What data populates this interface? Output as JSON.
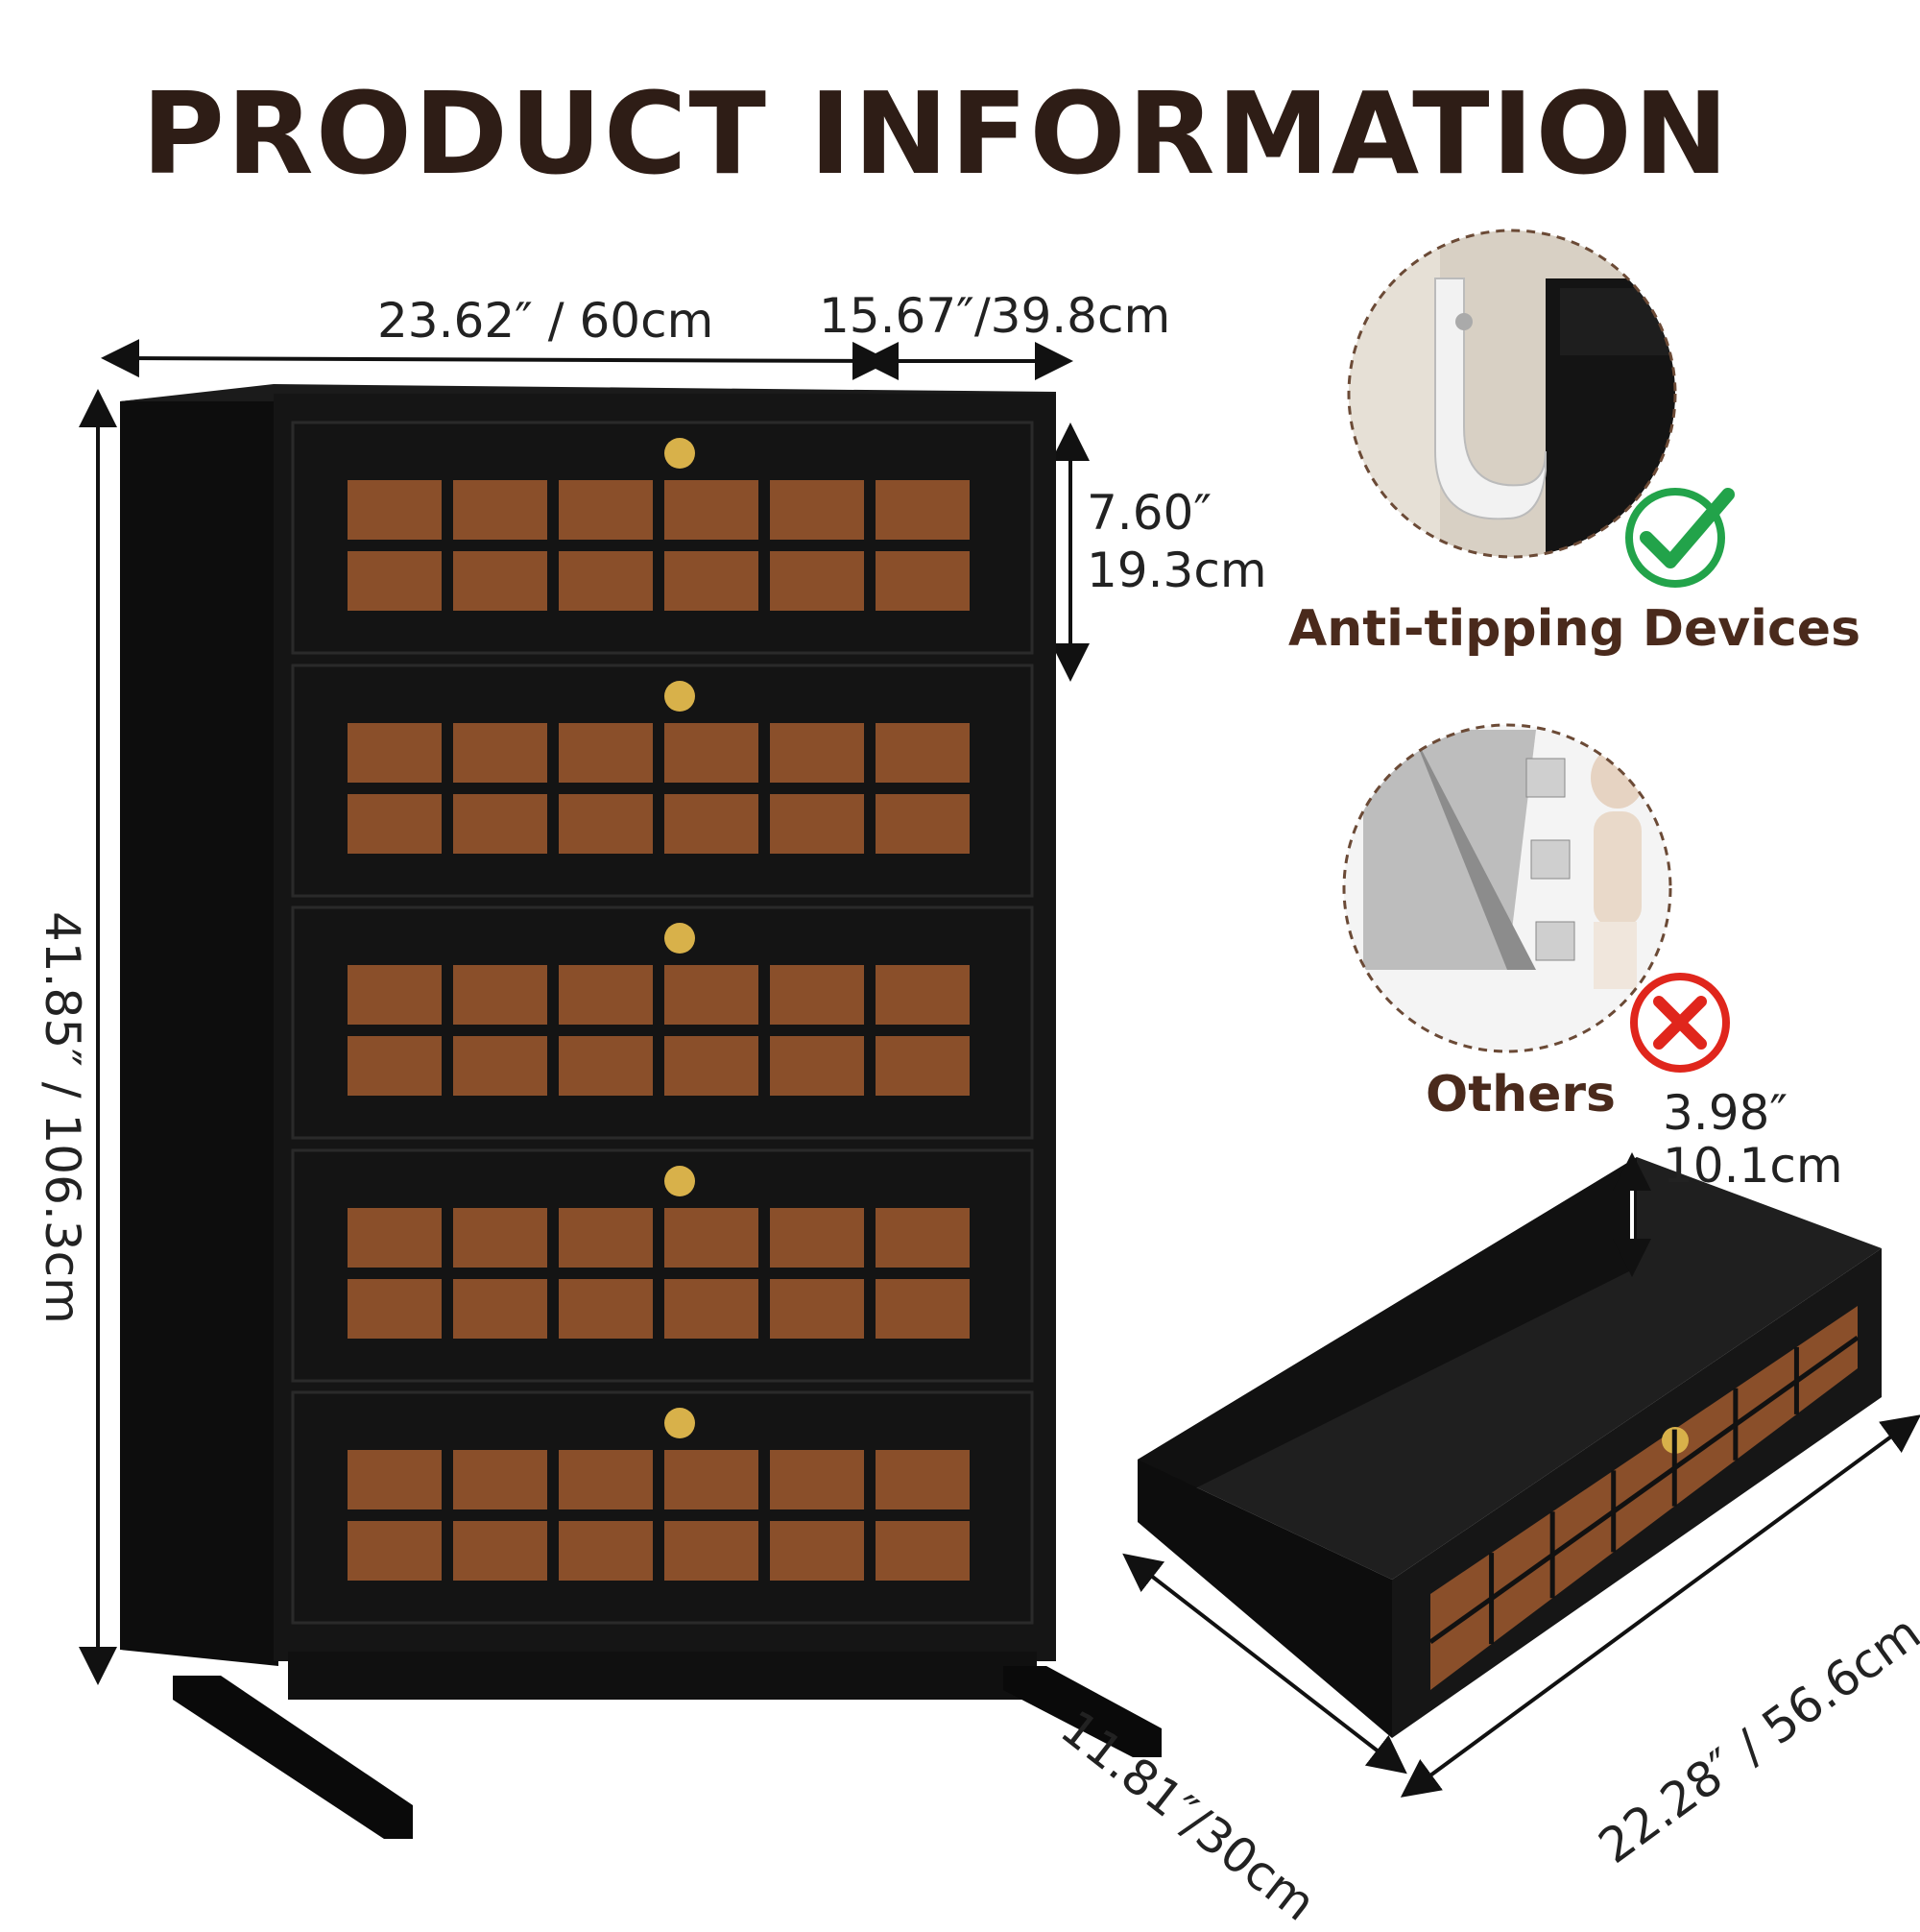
{
  "title": "PRODUCT INFORMATION",
  "dimensions": {
    "width": "23.62″ / 60cm",
    "depth": "15.67″/39.8cm",
    "drawer_height_in": "7.60″",
    "drawer_height_cm": "19.3cm",
    "total_height": "41.85″ / 106.3cm",
    "drawer_depth_in": "3.98″",
    "drawer_depth_cm": "10.1cm",
    "drawer_width": "11.81″/30cm",
    "drawer_length": "22.28″ / 56.6cm"
  },
  "features": {
    "good_label": "Anti-tipping Devices",
    "bad_label": "Others"
  },
  "colors": {
    "title": "#2e1d16",
    "label": "#4a2a1c",
    "cabinet": "#141414",
    "rattan": "#8a4f2a",
    "check": "#22a34a",
    "cross": "#e0261c",
    "knob": "#d8b14a"
  }
}
